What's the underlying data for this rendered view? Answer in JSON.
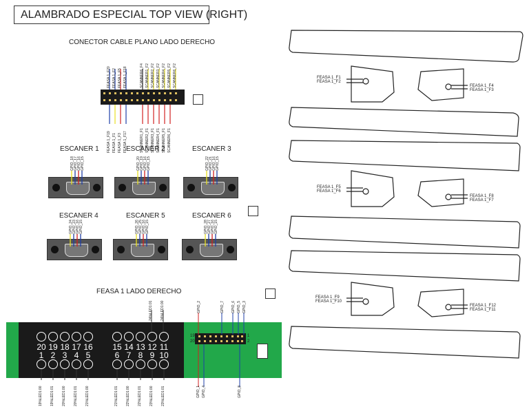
{
  "title": "ALAMBRADO ESPECIAL TOP VIEW (RIGHT)",
  "ribbon_section": {
    "heading": "CONECTOR CABLE PLANO LADO DERECHO",
    "top_labels": [
      "FEASA 1_F20",
      "FEASA 1_F2",
      "FEASA 1_F5",
      "FEASA 1_F18",
      "SCANNER6_F4",
      "SCANNER1_F2",
      "SCANNER2_F2",
      "SCANNER3_F2",
      "SCANNER4_F2",
      "SCANNER5_F2",
      "SCANNER6_F2"
    ],
    "bottom_labels": [
      "FEASA 1_F19",
      "FEASA 1_F1",
      "FEASA 1_F3",
      "FEASA 1_F17",
      "SCANNER1_F1",
      "SCANNER2_F1",
      "SCANNER3_F1",
      "SCANNER4_F1",
      "SCANNER5_F1",
      "SCANNER6_F1"
    ]
  },
  "scanners": [
    {
      "name": "ESCANER 1",
      "wires": [
        "GPIO_18",
        "GPIO_17",
        "GPIO_16",
        "GPIO_15"
      ]
    },
    {
      "name": "ESCANER 2",
      "wires": [
        "GPIO_20",
        "GPIO_19",
        "GPIO_16",
        "GPIO_15"
      ]
    },
    {
      "name": "ESCANER 3",
      "wires": [
        "GPIO_22",
        "GPIO_21",
        "GPIO_16",
        "GPIO_15"
      ]
    },
    {
      "name": "ESCANER 4",
      "wires": [
        "GPIO_24",
        "GPIO_23",
        "GPIO_16",
        "GPIO_15"
      ]
    },
    {
      "name": "ESCANER 5",
      "wires": [
        "GPIO_26",
        "GPIO_25",
        "GPIO_16",
        "GPIO_15"
      ]
    },
    {
      "name": "ESCANER 6",
      "wires": [
        "GPIO_28",
        "GPIO_27",
        "GPIO_16",
        "GPIO_15"
      ]
    }
  ],
  "feasa": {
    "heading": "FEASA 1 LADO DERECHO",
    "top_row": [
      "20",
      "19",
      "18",
      "17",
      "16",
      "15",
      "14",
      "13",
      "12",
      "11"
    ],
    "bottom_row": [
      "1",
      "2",
      "3",
      "4",
      "5",
      "6",
      "7",
      "8",
      "9",
      "10"
    ],
    "top_wire_labels": [
      "24%LED1:01",
      "24%LED1:00"
    ],
    "bottom_wire_labels": [
      "19%LED1:00",
      "19%LED1:01",
      "20%LED1:00",
      "20%LED1:01",
      "21%LED1:00",
      "21%LED1:01",
      "22%LED1:00",
      "22%LED1:01",
      "23%LED1:00",
      "23%LED1:01"
    ],
    "header_top_labels": [
      "GPIO_2",
      "GPIO_7",
      "GPIO_6",
      "GPIO_5",
      "GPIO_3"
    ],
    "header_bottom_labels": [
      "GPIO_1",
      "GPIO_4",
      "GPIO_8"
    ],
    "header_pin_left_top": "19",
    "header_pin_left_bottom": "20",
    "header_pin_right_top": "1",
    "header_pin_right_bottom": "2"
  },
  "fixture": {
    "sensor_pairs": [
      {
        "top": "FEASA 1_F1",
        "bottom": "FEASA 1_F2"
      },
      {
        "top": "FEASA 1_F4",
        "bottom": "FEASA 1_F3"
      },
      {
        "top": "FEASA 1_F5",
        "bottom": "FEASA 1_F6"
      },
      {
        "top": "FEASA 1_F8",
        "bottom": "FEASA 1_F7"
      },
      {
        "top": "FEASA 1_F9",
        "bottom": "FEASA 1_F10"
      },
      {
        "top": "FEASA 1_F12",
        "bottom": "FEASA 1_F11"
      }
    ]
  },
  "colors": {
    "board_green": "#22a84a",
    "board_black": "#1a1a1a",
    "scanner_grey": "#555555",
    "wire_blue": "#1f3fa8",
    "wire_red": "#d22020",
    "wire_yellow": "#e8e020"
  }
}
